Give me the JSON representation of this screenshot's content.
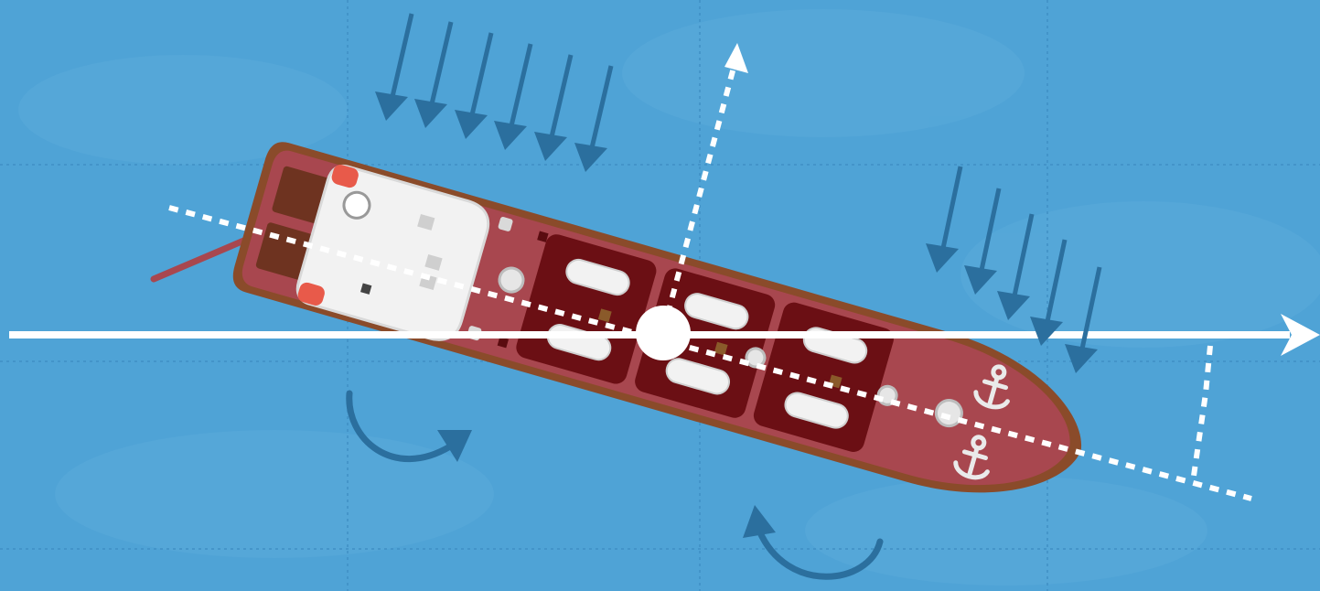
{
  "diagram": {
    "colors": {
      "water": "#4fa3d6",
      "water_light": "#66b3e0",
      "grid": "#3f8ec4",
      "hull_outer": "#8a4b2a",
      "hull": "#a8474f",
      "deck_dark": "#6b0f14",
      "wheelhouse": "#f2f2f2",
      "current_arrow": "#2b6f9e",
      "guide_line": "#ffffff",
      "mooring_line": "#a8474f"
    },
    "elements": {
      "heading_line": "ship-centerline-dashed",
      "perpendicular_axis": "dashed-arrow-up",
      "reference_axis": "solid-arrow-right",
      "pivot_point": "circle",
      "angle_marker": "right-angle-dashed",
      "current_groups": 2,
      "rotation_arrows": 2,
      "anchors": 2
    }
  }
}
